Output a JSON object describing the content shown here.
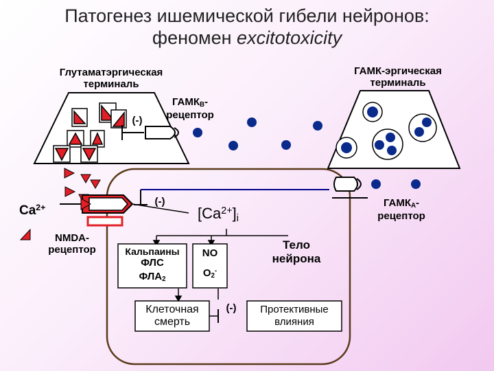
{
  "title": {
    "line1": "Патогенез ишемической гибели нейронов:",
    "line2_prefix": "феномен ",
    "line2_italic": "excitotoxicity"
  },
  "labels": {
    "glutamate_terminal": [
      "Глутаматэргическая",
      "терминаль"
    ],
    "gaba_terminal": [
      "ГАМК-эргическая",
      "терминаль"
    ],
    "gabab_receptor": {
      "base": "ГАМК",
      "sub": "B",
      "suffix": "-",
      "line2": "рецептор"
    },
    "gabaa_receptor": {
      "base": "ГАМК",
      "sub": "A",
      "suffix": "-",
      "line2": "рецептор"
    },
    "nmda_receptor": [
      "NMDA-",
      "рецептор"
    ],
    "inhibit_1": "(-)",
    "inhibit_2": "(-)",
    "inhibit_3": "(-)",
    "ca_ext": {
      "base": "Ca",
      "sup": "2+"
    },
    "ca_int": {
      "open": "[Ca",
      "sup": "2+",
      "close": "]",
      "sub": "i"
    },
    "calpains": "Кальпаины",
    "fls": "ФЛС",
    "fla": {
      "base": "ФЛА",
      "sub": "2"
    },
    "no": "NO",
    "o2": {
      "base": "O",
      "sub": "2",
      "sup": "-"
    },
    "neuron_body": [
      "Тело",
      "нейрона"
    ],
    "cell_death": [
      "Клеточная",
      "смерть"
    ],
    "protective": [
      "Протективные",
      "влияния"
    ]
  },
  "colors": {
    "glutamate": "#e21e26",
    "gaba": "#0a2a8c",
    "outline": "#000000",
    "neuron_border": "#5a3a1a",
    "receptor_fill": "#e21e26"
  }
}
